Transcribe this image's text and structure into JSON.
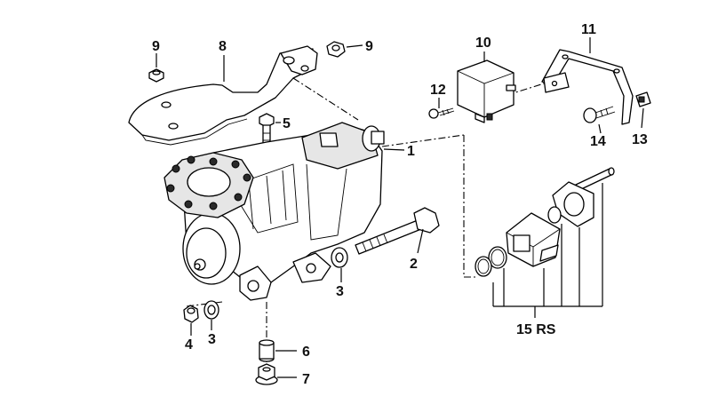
{
  "figure": {
    "title": "Power steering gear exploded parts diagram"
  },
  "callouts": {
    "c1": "1",
    "c2": "2",
    "c3a": "3",
    "c3b": "3",
    "c4": "4",
    "c5": "5",
    "c6": "6",
    "c7": "7",
    "c8": "8",
    "c9a": "9",
    "c9b": "9",
    "c10": "10",
    "c11": "11",
    "c12": "12",
    "c13": "13",
    "c14": "14",
    "c15": "15 RS"
  }
}
